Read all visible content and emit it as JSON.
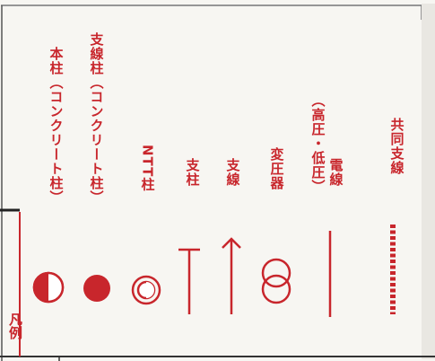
{
  "legend": {
    "title": "凡例",
    "items": [
      {
        "symbol": "concrete-pole-icon",
        "label": "本柱（コンクリート柱）"
      },
      {
        "symbol": "concrete-support-pole-icon",
        "label": "支線柱（コンクリート柱）"
      },
      {
        "symbol": "ntt-pole-icon",
        "label": "NTT柱"
      },
      {
        "symbol": "strut-icon",
        "label": "支柱"
      },
      {
        "symbol": "guy-wire-icon",
        "label": "支線"
      },
      {
        "symbol": "transformer-icon",
        "label": "変圧器"
      },
      {
        "symbol": "power-line-icon",
        "label": "電線",
        "sub": "（高圧・低圧）"
      },
      {
        "symbol": "shared-guy-wire-icon",
        "label": "共同支線"
      }
    ]
  },
  "colors": {
    "accent": "#c8262c",
    "frame": "#333333",
    "paper": "#f7f6f2"
  }
}
